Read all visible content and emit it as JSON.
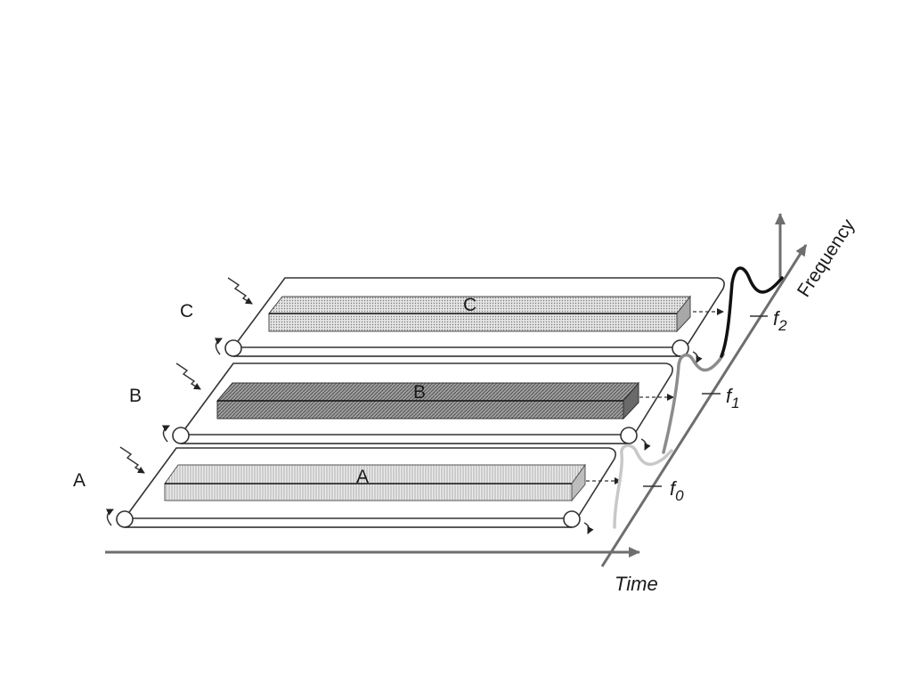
{
  "conveyors": [
    {
      "id": "A",
      "side_label": "A",
      "block_label": "A",
      "block_color": "#dcdcdc",
      "pattern": "vertical-hatch"
    },
    {
      "id": "B",
      "side_label": "B",
      "block_label": "B",
      "block_color": "#8a8a8a",
      "pattern": "diagonal-hatch"
    },
    {
      "id": "C",
      "side_label": "C",
      "block_label": "C",
      "block_color": "#cfcfcf",
      "pattern": "dots"
    }
  ],
  "axes": {
    "time_label": "Time",
    "frequency_label": "Frequency"
  },
  "frequency_ticks": [
    {
      "base": "f",
      "sub": "0"
    },
    {
      "base": "f",
      "sub": "1"
    },
    {
      "base": "f",
      "sub": "2"
    }
  ],
  "colors": {
    "curve_A": "#c8c8c8",
    "curve_B": "#8c8c8c",
    "curve_C": "#111111",
    "axis": "#6e6e6e"
  }
}
